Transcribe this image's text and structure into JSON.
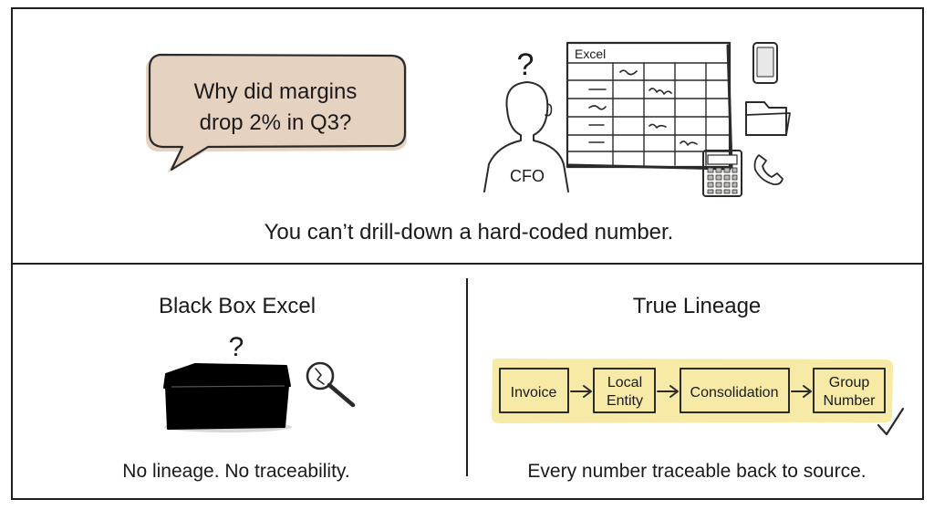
{
  "top": {
    "bubble_line1": "Why did margins",
    "bubble_line2": "drop 2% in Q3?",
    "question_mark": "?",
    "person_label": "CFO",
    "spreadsheet_title": "Excel",
    "caption": "You can’t drill-down a hard-coded number."
  },
  "left": {
    "title": "Black Box Excel",
    "question_mark": "?",
    "caption": "No lineage. No traceability."
  },
  "right": {
    "title": "True Lineage",
    "nodes": [
      {
        "line1": "Invoice",
        "line2": ""
      },
      {
        "line1": "Local",
        "line2": "Entity"
      },
      {
        "line1": "Consolidation",
        "line2": ""
      },
      {
        "line1": "Group",
        "line2": "Number"
      }
    ],
    "caption": "Every number traceable back to source."
  },
  "colors": {
    "bubble_fill": "#e6d2c1",
    "highlight": "#f6eaa6",
    "box": "#000000"
  }
}
